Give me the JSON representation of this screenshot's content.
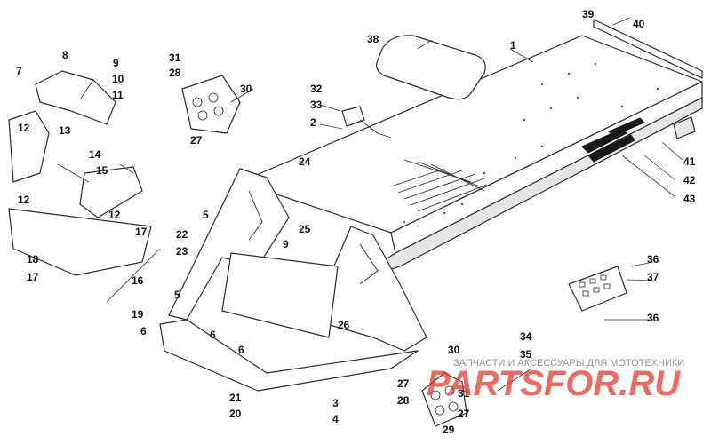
{
  "watermark": {
    "brand": "PARTSFOR.RU",
    "tagline": "ЗАПЧАСТИ И АКСЕССУАРЫ ДЛЯ МОТОТЕХНИКИ"
  },
  "callouts": [
    "1",
    "2",
    "3",
    "4",
    "5",
    "5",
    "6",
    "6",
    "6",
    "7",
    "8",
    "9",
    "9",
    "10",
    "11",
    "12",
    "12",
    "12",
    "13",
    "14",
    "15",
    "16",
    "17",
    "17",
    "18",
    "19",
    "20",
    "21",
    "22",
    "23",
    "24",
    "25",
    "26",
    "27",
    "27",
    "27",
    "28",
    "28",
    "29",
    "30",
    "30",
    "31",
    "31",
    "32",
    "33",
    "34",
    "35",
    "36",
    "36",
    "37",
    "38",
    "39",
    "40",
    "41",
    "42",
    "43"
  ],
  "colors": {
    "line": "#2b2b2b",
    "watermark": "#e23a2e"
  }
}
